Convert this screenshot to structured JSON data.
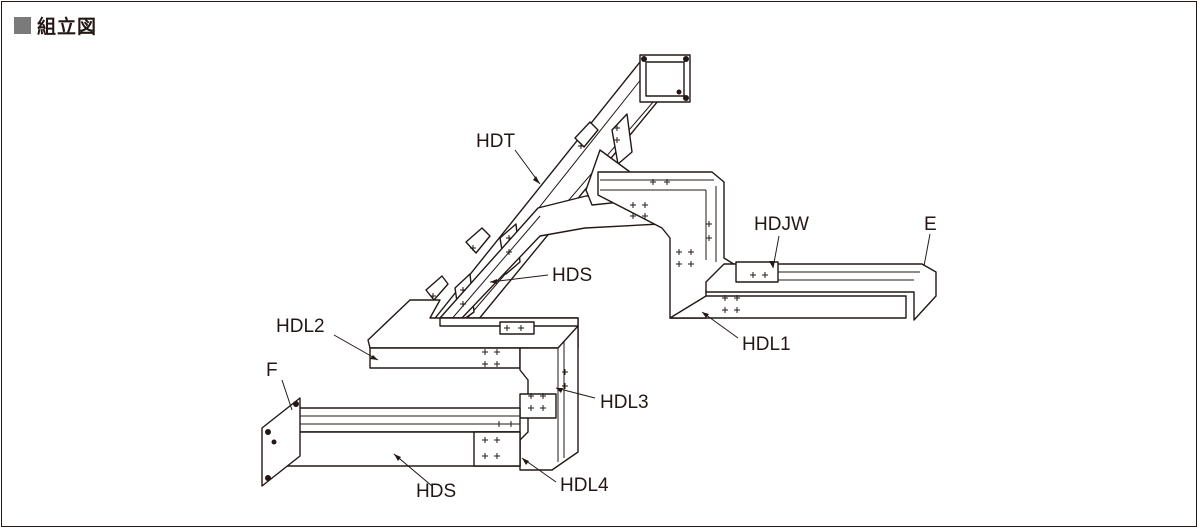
{
  "heading": {
    "title": "組立図",
    "marker_color": "#7a7a7a"
  },
  "labels": {
    "hdt": "HDT",
    "hdjw": "HDJW",
    "e": "E",
    "hds_upper": "HDS",
    "hdl2": "HDL2",
    "hdl1": "HDL1",
    "f": "F",
    "hdl3": "HDL3",
    "hds_lower": "HDS",
    "hdl4": "HDL4"
  },
  "colors": {
    "line": "#231815",
    "background": "#ffffff"
  }
}
